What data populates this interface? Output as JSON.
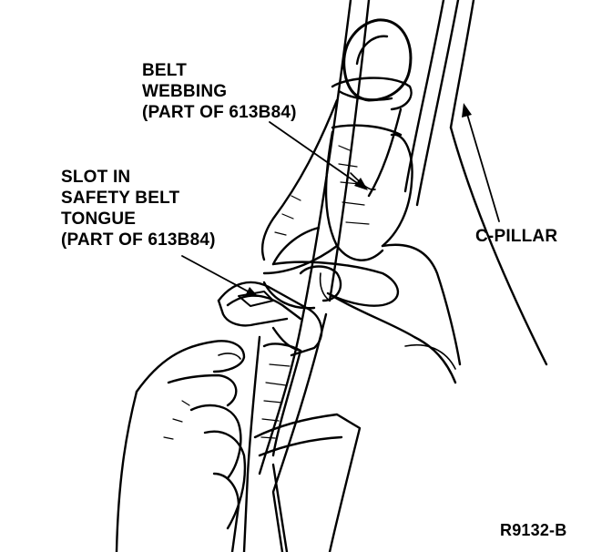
{
  "callouts": {
    "webbing": {
      "lines": [
        "BELT",
        "WEBBING",
        "(PART OF 613B84)"
      ]
    },
    "slot": {
      "lines": [
        "SLOT IN",
        "SAFETY BELT",
        "TONGUE",
        "(PART OF 613B84)"
      ]
    },
    "pillar": {
      "text": "C-PILLAR"
    }
  },
  "figure_id": "R9132-B"
}
